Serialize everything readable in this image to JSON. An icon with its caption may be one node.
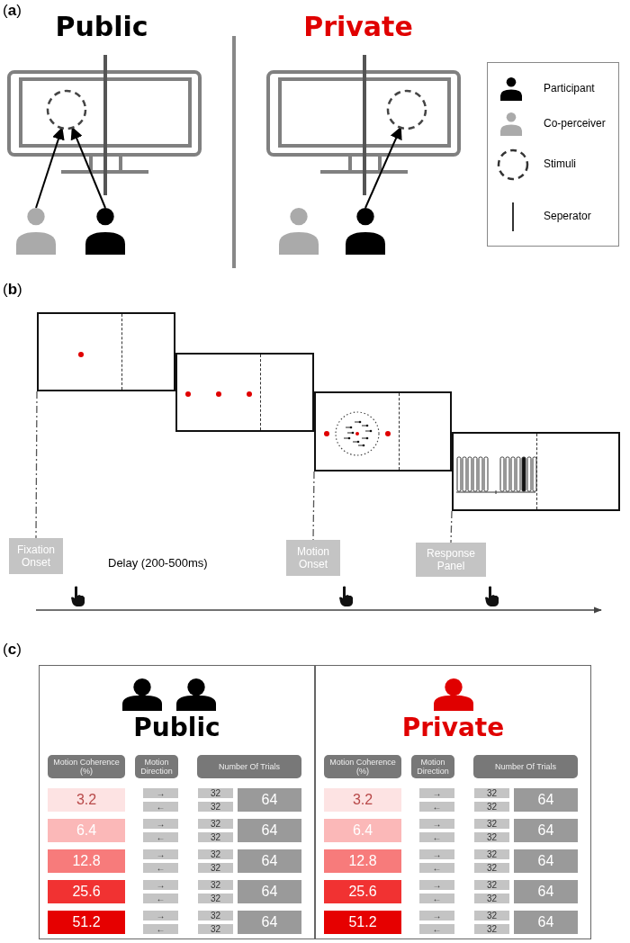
{
  "diagram": {
    "nodes": [
      {
        "text": [],
        "shape": "circle"
      },
      {
        "text": [],
        "shape": "person"
      },
      {
        "text": [],
        "shape": "person"
      },
      {
        "text": [],
        "shape": "circle"
      },
      {
        "text": [],
        "shape": "person"
      },
      {
        "text": [],
        "shape": "person"
      },
      {
        "text": [],
        "shape": "box"
      },
      {
        "text": [],
        "shape": "box"
      },
      {
        "text": [],
        "shape": "box"
      },
      {
        "text": [],
        "shape": "box"
      },
      {
        "text": [
          "Fixation Onset"
        ]
      },
      {
        "text": [
          "Motion Onset"
        ]
      },
      {
        "text": [
          "Response Panel"
        ]
      },
      {
        "text": [
          "Public"
        ]
      },
      {
        "text": [
          "Private"
        ]
      }
    ],
    "edges": [
      {
        "from": 1,
        "to": 0,
        "arrow": "to"
      },
      {
        "from": 2,
        "to": 0,
        "arrow": "to"
      },
      {
        "from": 5,
        "to": 3,
        "arrow": "to"
      },
      {
        "from": 6,
        "to": 10,
        "arrow": "none",
        "style": "dashed"
      },
      {
        "from": 8,
        "to": 11,
        "arrow": "none",
        "style": "dashed"
      },
      {
        "from": 9,
        "to": 12,
        "arrow": "none",
        "style": "dashed"
      }
    ],
    "labels": [
      "(**a**)",
      "Public",
      "Private",
      "(**b**)",
      "Delay (200-500ms)",
      "(**c**)",
      "Motion Coherence (%)",
      "Motion Direction",
      "Number Of Trials",
      "3.2",
      "→",
      "32",
      "64",
      "←",
      "32",
      "6.4",
      "→",
      "32",
      "64",
      "←",
      "32",
      "12.8",
      "→",
      "32",
      "64",
      "←",
      "32",
      "25.6",
      "→",
      "32",
      "64",
      "←",
      "32",
      "51.2",
      "→",
      "32",
      "64",
      "←",
      "32",
      "Motion Coherence (%)",
      "Motion Direction",
      "Number Of Trials",
      "3.2",
      "→",
      "32",
      "64",
      "←",
      "32",
      "6.4",
      "→",
      "32",
      "64",
      "←",
      "32",
      "12.8",
      "→",
      "32",
      "64",
      "←",
      "32",
      "25.6",
      "→",
      "32",
      "64",
      "←",
      "32",
      "51.2",
      "→",
      "32",
      "64",
      "←",
      "32"
    ],
    "legend": [
      {
        "text": "Participant"
      },
      {
        "text": "Co-perceiver"
      },
      {
        "text": "Stimuli"
      },
      {
        "text": "Seperator"
      }
    ]
  }
}
